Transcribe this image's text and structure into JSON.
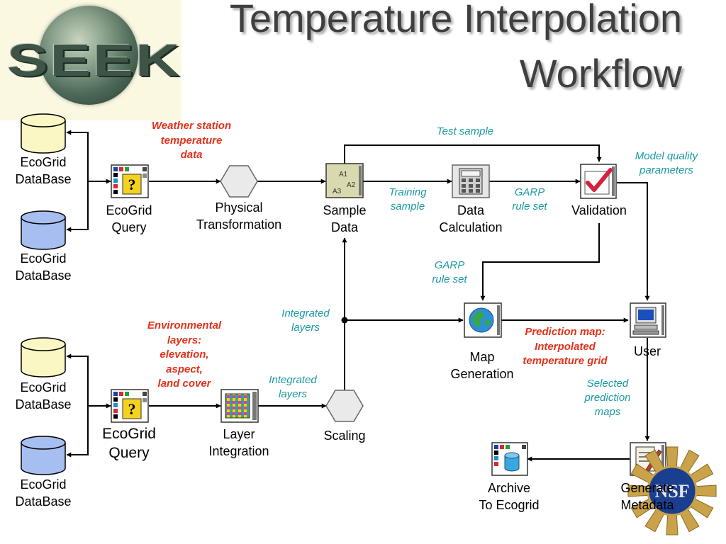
{
  "title": {
    "line1": "Temperature Interpolation",
    "line2": "Workflow"
  },
  "logo": {
    "text": "SEEK"
  },
  "labels": {
    "db1": "EcoGrid\nDataBase",
    "db2": "EcoGrid\nDataBase",
    "db3": "EcoGrid\nDataBase",
    "db4": "EcoGrid\nDataBase",
    "query1": "EcoGrid\nQuery",
    "query2": "EcoGrid\nQuery",
    "physical": "Physical\nTransformation",
    "sample": "Sample\nData",
    "calc": "Data\nCalculation",
    "validation": "Validation",
    "user": "User",
    "map": "Map\nGeneration",
    "layer": "Layer\nIntegration",
    "scaling": "Scaling",
    "archive": "Archive\nTo Ecogrid",
    "metadata": "Generate\nMetadata"
  },
  "edge_labels": {
    "test_sample": "Test sample",
    "model_quality": "Model quality\nparameters",
    "training": "Training\nsample",
    "garp1": "GARP\nrule set",
    "garp2": "GARP\nrule set",
    "integrated1": "Integrated\nlayers",
    "integrated2": "Integrated\nlayers",
    "selected": "Selected\nprediction\nmaps"
  },
  "notes": {
    "weather": "Weather station\ntemperature\ndata",
    "environmental": "Environmental\nlayers:\nelevation,\naspect,\nland cover",
    "prediction": "Prediction map:\nInterpolated\ntemperature grid"
  },
  "icon_text": {
    "a1": "A1",
    "a2": "A2",
    "a3": "A3"
  },
  "colors": {
    "db_yellow": "#fbf7c4",
    "db_blue": "#a6bff0",
    "edge_label": "#1a9aa0",
    "note": "#e2321a",
    "title": "#3f3f3f"
  }
}
